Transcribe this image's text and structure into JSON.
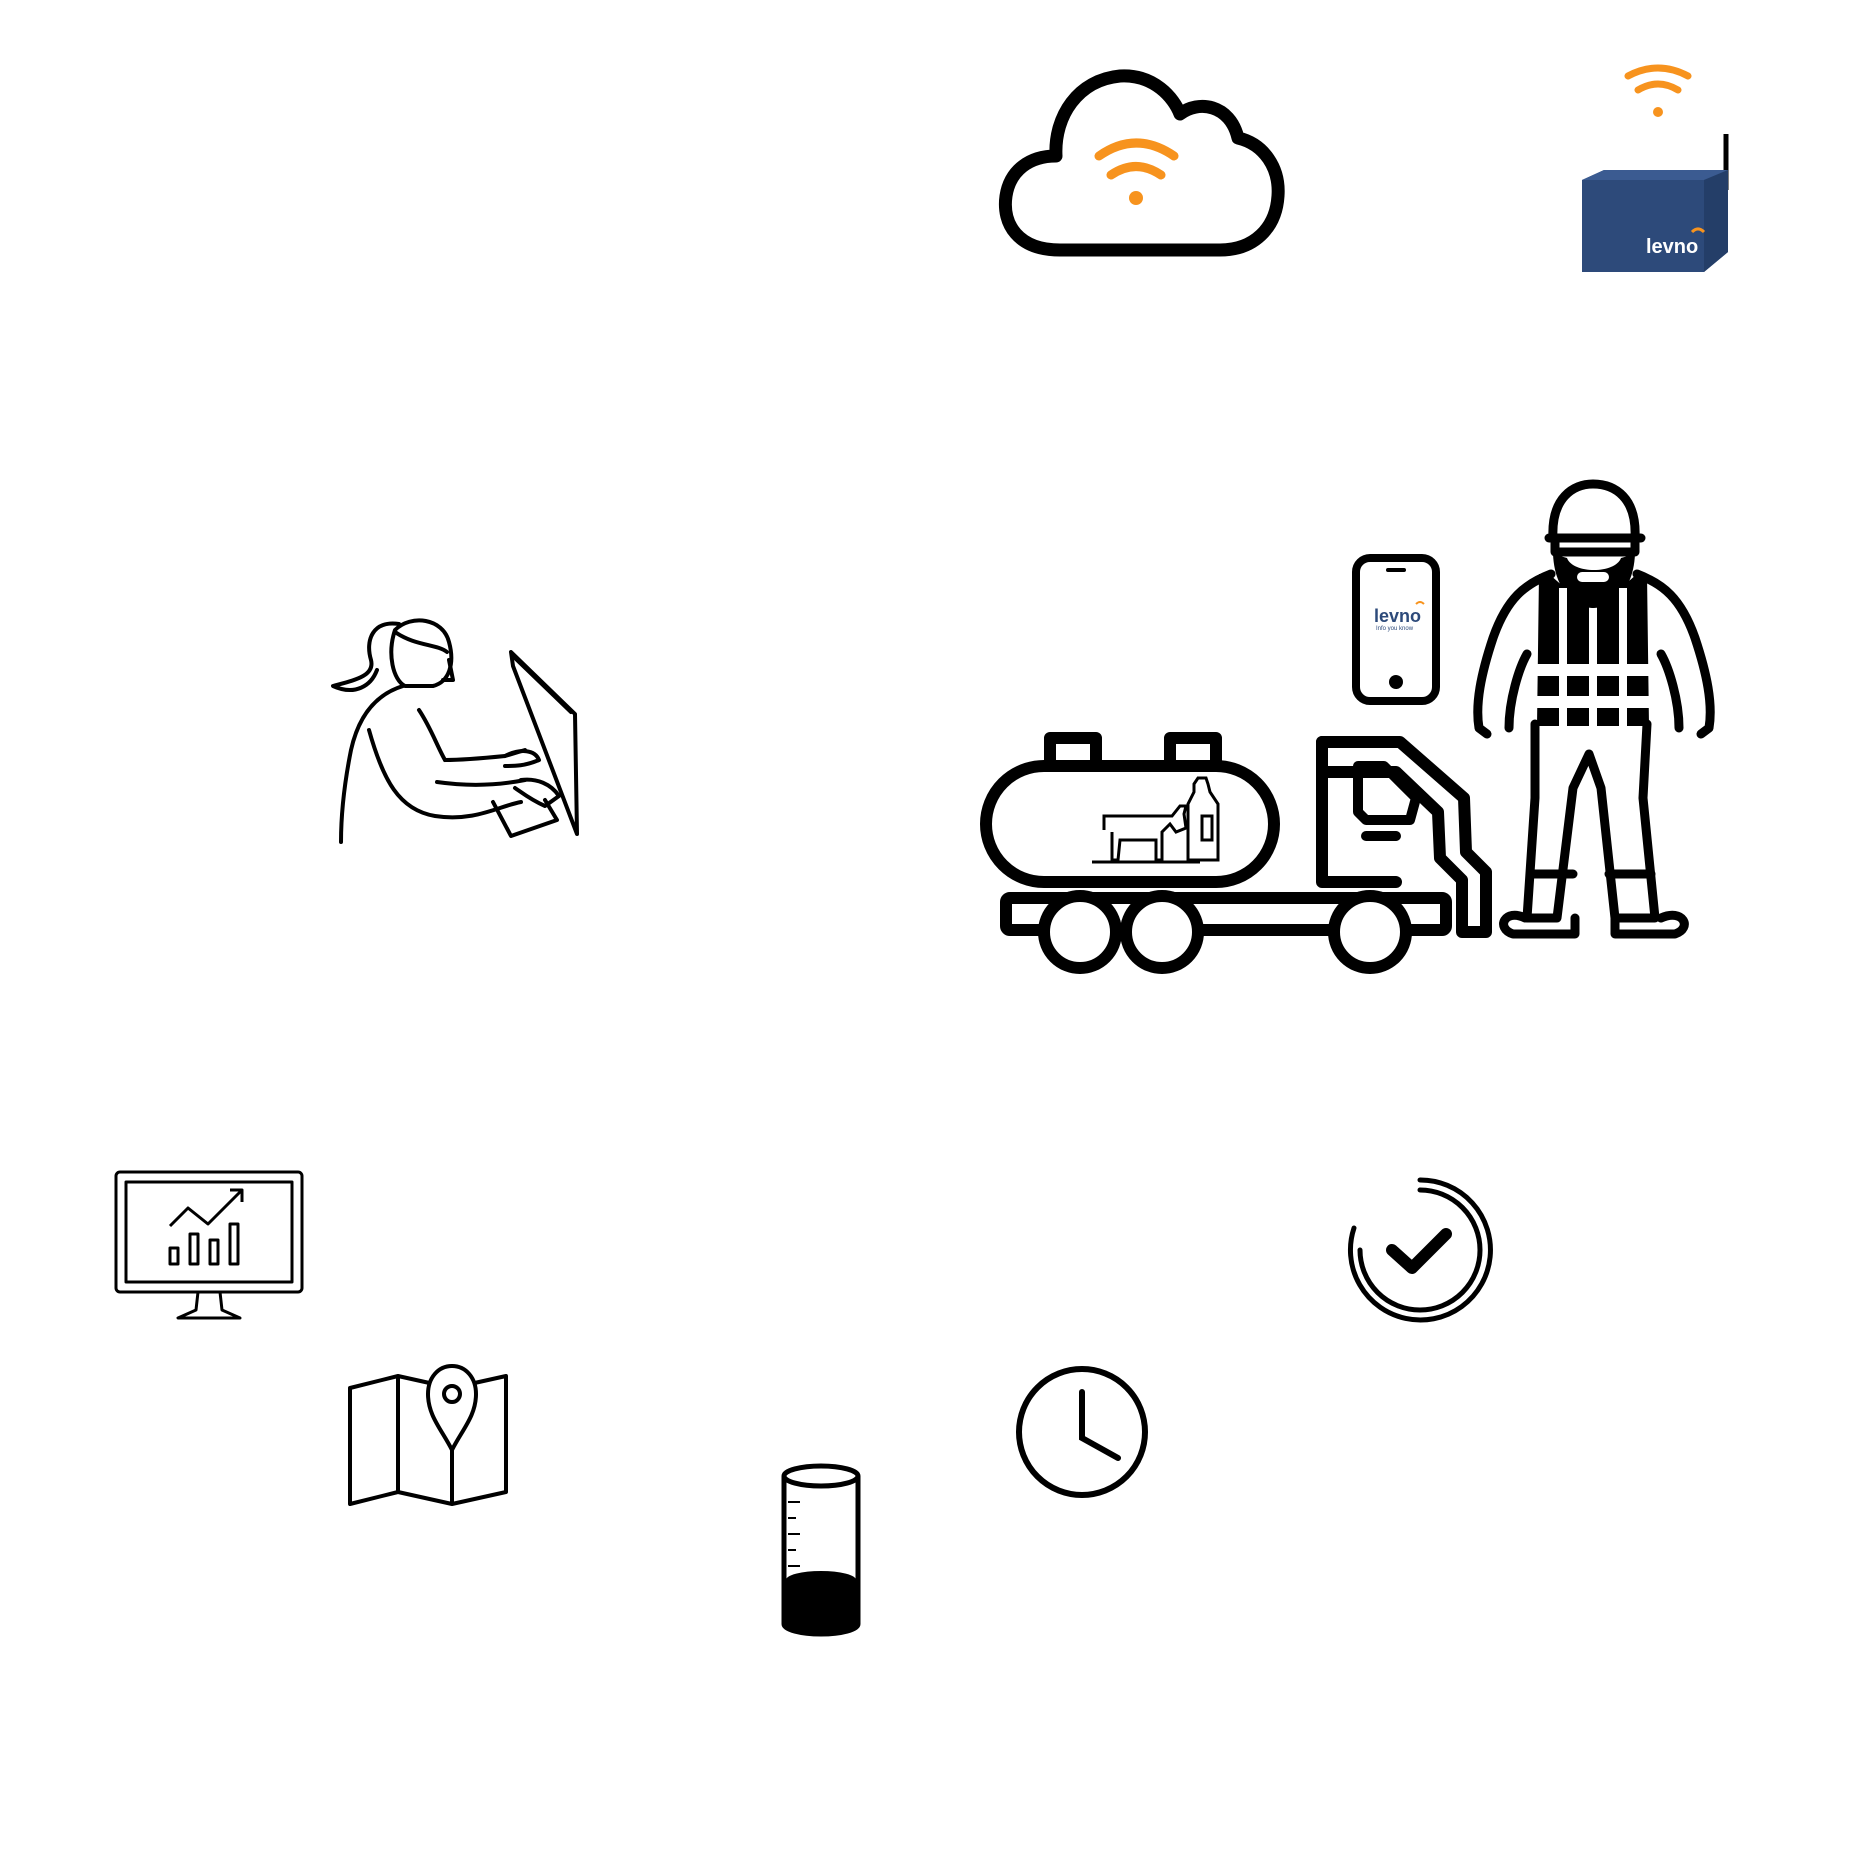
{
  "colors": {
    "stroke": "#000000",
    "wifi": "#F7931E",
    "gateway_box": "#2D4A7A",
    "background": "#FFFFFF"
  },
  "icons": [
    "cloud-wifi-icon",
    "gateway-device-icon",
    "woman-at-computer-icon",
    "milk-tanker-truck-icon",
    "smartphone-app-icon",
    "farm-worker-icon",
    "analytics-monitor-icon",
    "verified-check-icon",
    "map-location-icon",
    "clock-icon",
    "tank-level-icon"
  ],
  "gateway": {
    "logo": "levno"
  },
  "phone": {
    "logo": "levno",
    "tagline": "Info you know"
  }
}
